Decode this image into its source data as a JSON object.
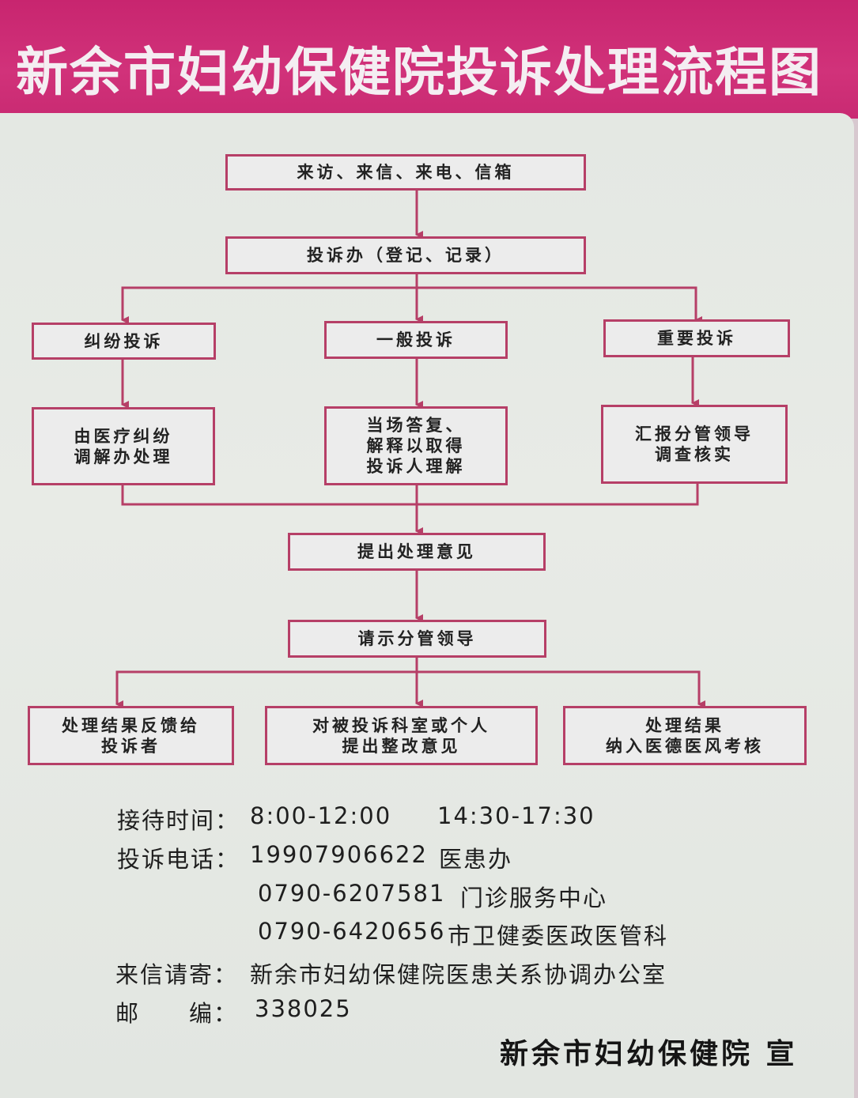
{
  "title": "新余市妇幼保健院投诉处理流程图",
  "flow": {
    "source": "来访、来信、来电、信箱",
    "office": "投诉办（登记、记录）",
    "dispute": "纠纷投诉",
    "general": "一般投诉",
    "major": "重要投诉",
    "dispute_handle": "由医疗纠纷\n调解办处理",
    "general_handle": "当场答复、\n解释以取得\n投诉人理解",
    "major_handle": "汇报分管领导\n调查核实",
    "propose": "提出处理意见",
    "request": "请示分管领导",
    "feedback": "处理结果反馈给\n投诉者",
    "rectify": "对被投诉科室或个人\n提出整改意见",
    "assessment": "处理结果\n纳入医德医风考核"
  },
  "info": {
    "hours_label": "接待时间：",
    "hours_am": "8:00-12:00",
    "hours_pm": "14:30-17:30",
    "phone_label": "投诉电话：",
    "phone1": "19907906622",
    "phone1_dept": "医患办",
    "phone2": "0790-6207581",
    "phone2_dept": "门诊服务中心",
    "phone3": "0790-6420656",
    "phone3_dept": "市卫健委医政医管科",
    "mail_label": "来信请寄：",
    "mail_addr": "新余市妇幼保健院医患关系协调办公室",
    "zip_label": "邮　　编：",
    "zip": "338025"
  },
  "signature": "新余市妇幼保健院 宣",
  "colors": {
    "banner": "#c8256f",
    "line": "#b63f67",
    "board": "#e6e9e4"
  }
}
